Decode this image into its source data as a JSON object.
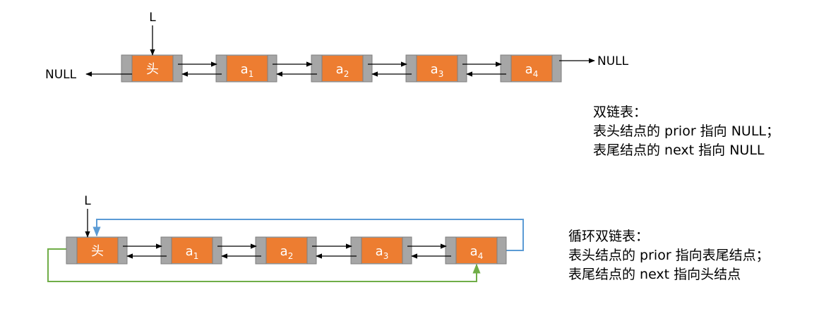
{
  "diagram1": {
    "pointer_label": "L",
    "null_left": "NULL",
    "null_right": "NULL",
    "nodes": [
      {
        "label": "头",
        "sub": ""
      },
      {
        "label": "a",
        "sub": "1"
      },
      {
        "label": "a",
        "sub": "2"
      },
      {
        "label": "a",
        "sub": "3"
      },
      {
        "label": "a",
        "sub": "4"
      }
    ],
    "caption": [
      "双链表：",
      "表头结点的 prior 指向 NULL；",
      "表尾结点的 next 指向 NULL"
    ]
  },
  "diagram2": {
    "pointer_label": "L",
    "nodes": [
      {
        "label": "头",
        "sub": ""
      },
      {
        "label": "a",
        "sub": "1"
      },
      {
        "label": "a",
        "sub": "2"
      },
      {
        "label": "a",
        "sub": "3"
      },
      {
        "label": "a",
        "sub": "4"
      }
    ],
    "caption": [
      "循环双链表：",
      "表头结点的 prior 指向表尾结点；",
      "表尾结点的 next 指向头结点"
    ]
  },
  "colors": {
    "node_data": "#ED7D31",
    "node_pointer": "#A6A6A6",
    "node_border": "#7F7F7F",
    "tail_to_head_link": "#5B9BD5",
    "head_to_tail_link": "#70AD47",
    "arrow": "#000000"
  }
}
